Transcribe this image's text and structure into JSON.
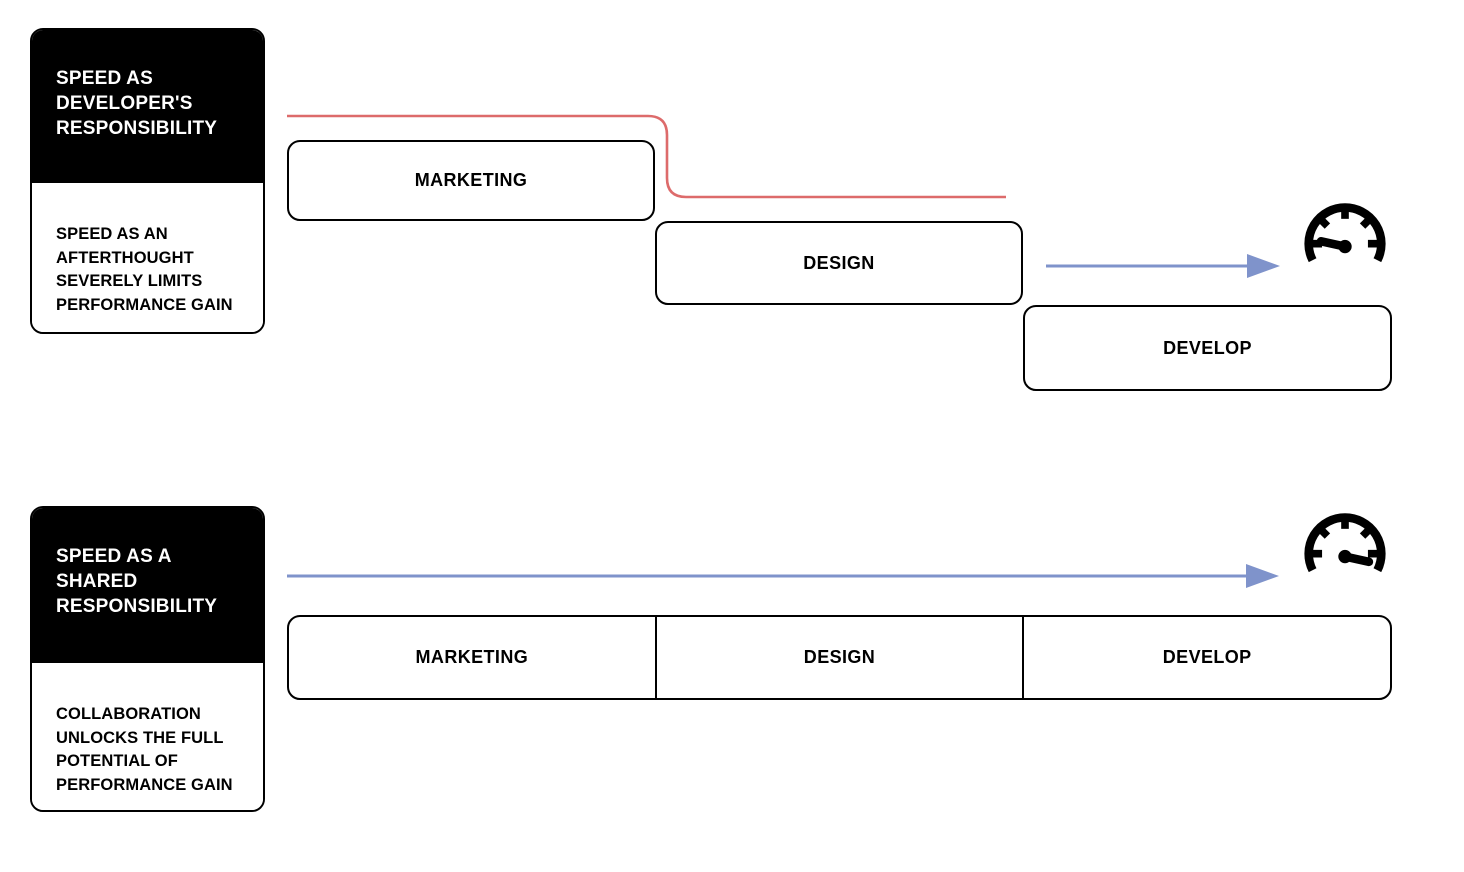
{
  "palette": {
    "accent_red": "#DD6B6B",
    "accent_blue": "#7F93CB",
    "ink": "#000000",
    "background": "#FFFFFF"
  },
  "scenario_top": {
    "card": {
      "title_lines": [
        "SPEED AS",
        "DEVELOPER'S",
        "RESPONSIBILITY"
      ],
      "body_lines": [
        "SPEED AS AN",
        "AFTERTHOUGHT",
        "SEVERELY LIMITS",
        "PERFORMANCE GAIN"
      ]
    },
    "phases": [
      "MARKETING",
      "DESIGN",
      "DEVELOP"
    ],
    "connector": "red-stepped-line",
    "arrow": "short-blue-arrow",
    "gauge_reading": "low"
  },
  "scenario_bottom": {
    "card": {
      "title_lines": [
        "SPEED AS A",
        "SHARED",
        "RESPONSIBILITY"
      ],
      "body_lines": [
        "COLLABORATION",
        "UNLOCKS THE FULL",
        "POTENTIAL OF",
        "PERFORMANCE GAIN"
      ]
    },
    "phases": [
      "MARKETING",
      "DESIGN",
      "DEVELOP"
    ],
    "arrow": "long-blue-arrow",
    "gauge_reading": "high"
  },
  "icons": {
    "top_gauge": "speedometer-low-icon",
    "bottom_gauge": "speedometer-high-icon"
  }
}
